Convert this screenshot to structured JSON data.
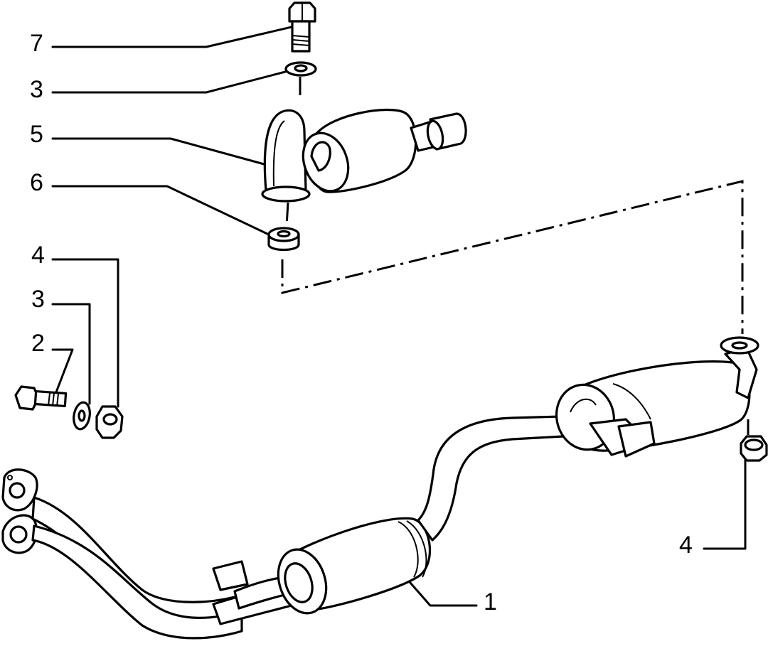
{
  "callouts": {
    "c7": "7",
    "c3_top": "3",
    "c5": "5",
    "c6": "6",
    "c4_left": "4",
    "c3_left": "3",
    "c2": "2",
    "c1": "1",
    "c4_right": "4"
  }
}
